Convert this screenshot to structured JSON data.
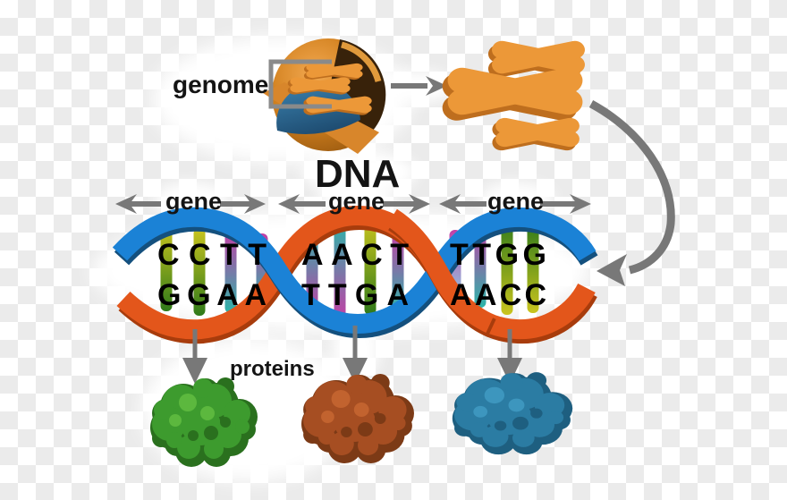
{
  "labels": {
    "genome": "genome",
    "dna": "DNA",
    "proteins": "proteins"
  },
  "dna_sections": [
    {
      "gene_label": "gene",
      "top": "CCTT",
      "bottom": "GGAA"
    },
    {
      "gene_label": "gene",
      "top": "AACT",
      "bottom": "TTGA"
    },
    {
      "gene_label": "gene",
      "top": "TTGG",
      "bottom": "AACC"
    }
  ],
  "colors": {
    "checker_gray": "#ebebeb",
    "arrow_gray": "#787878",
    "text_black": "#141414",
    "strand_blue": "#1b82d6",
    "strand_blue_dark": "#14507e",
    "strand_orange": "#e3561b",
    "strand_orange_dark": "#a83c0c",
    "chromosome": "#ec9838",
    "chromosome_dark": "#be6e1e",
    "nucleus_cavity": "#38220a",
    "nucleus_floor": "#d8862b",
    "nucleus_rim": "#e09a3c",
    "rung_yellow": "#c9c41e",
    "rung_green": "#2f7a1a",
    "rung_magenta": "#c43fa6",
    "rung_teal": "#2bb5a9",
    "rung_blue": "#8fc3e0",
    "protein_green": "#3d9b2e",
    "protein_green_dark": "#2a701e",
    "protein_green_light": "#5cb83e",
    "protein_brown": "#a64e22",
    "protein_brown_dark": "#7c3a16",
    "protein_brown_light": "#c2632f",
    "protein_blue": "#2b7ca3",
    "protein_blue_dark": "#1e5f80",
    "protein_blue_light": "#3d96be"
  }
}
